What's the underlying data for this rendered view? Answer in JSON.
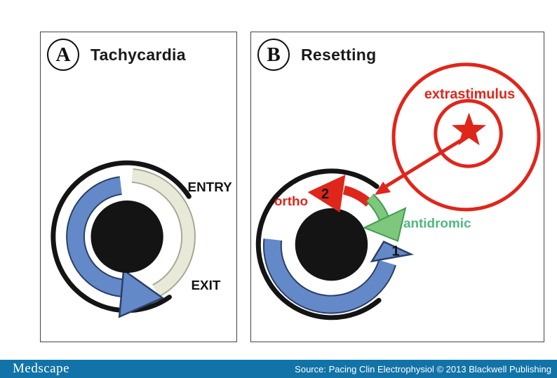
{
  "figure": {
    "panel_a": {
      "badge": "A",
      "title": "Tachycardia",
      "entry_label": "ENTRY",
      "exit_label": "EXIT"
    },
    "panel_b": {
      "badge": "B",
      "title": "Resetting",
      "extrastimulus_label": "extrastimulus",
      "ortho_label": "ortho",
      "antidromic_label": "antidromic",
      "orthodromic_step": "2",
      "antidromic_step": "1"
    }
  },
  "footer": {
    "brand": "Medscape",
    "source": "Source: Pacing Clin Electrophysiol © 2013 Blackwell Publishing"
  },
  "colors": {
    "bar_blue": "#1173a7",
    "arrow_blue": "#6389c8",
    "arrow_blue_outline": "#2b3f66",
    "red": "#df261b",
    "green": "#7dc87d",
    "green_outline": "#3f9e4f",
    "green_text": "#4db87e",
    "beige": "#e9e9da",
    "beige_outline": "#a8a893",
    "black": "#141414"
  }
}
